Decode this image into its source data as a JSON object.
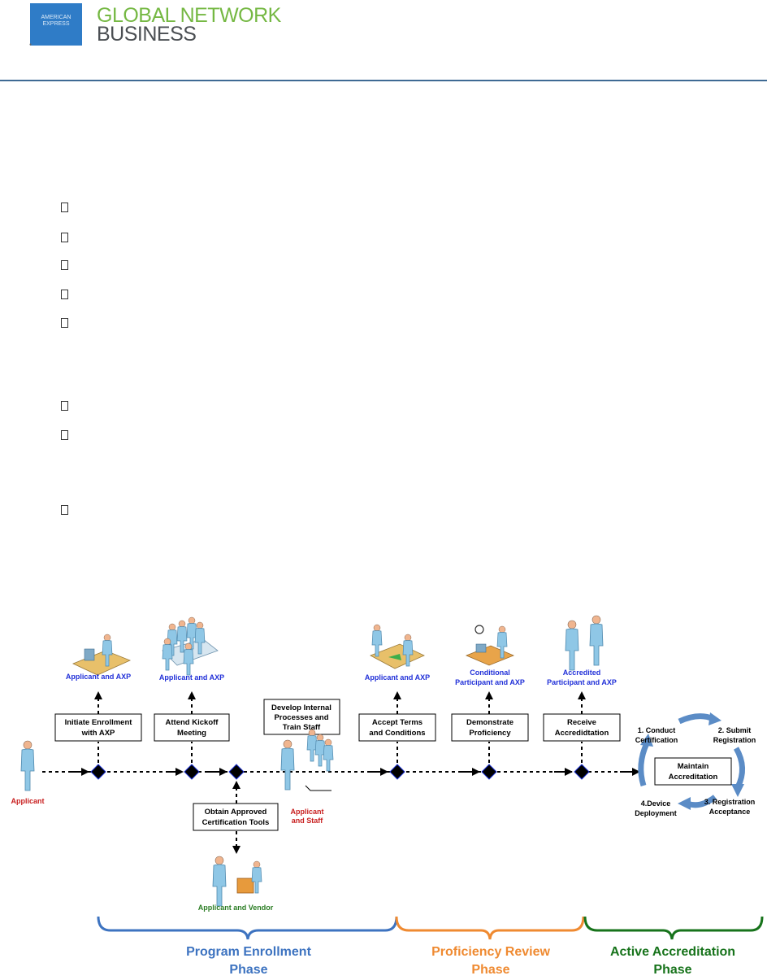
{
  "header": {
    "logo_line1": "AMERICAN",
    "logo_line2": "EXPRESS",
    "brand_line1": "GLOBAL NETWORK",
    "brand_line2": "BUSINESS"
  },
  "colors": {
    "blue_label": "#2130d8",
    "red_label": "#c81e1e",
    "green_label": "#2b7d24",
    "enroll_phase": "#3d73c0",
    "proficiency_phase": "#ef8a31",
    "active_phase": "#17731b",
    "cycle_arrow": "#5b8cc6"
  },
  "diagram": {
    "applicant": "Applicant",
    "steps": {
      "initiate": [
        "Initiate Enrollment",
        "with AXP"
      ],
      "kickoff": [
        "Attend Kickoff",
        "Meeting"
      ],
      "develop": [
        "Develop Internal",
        "Processes and",
        "Train Staff"
      ],
      "accept": [
        "Accept Terms",
        "and Conditions"
      ],
      "demonstrate": [
        "Demonstrate",
        "Proficiency"
      ],
      "receive": [
        "Receive",
        "Accredidtation"
      ],
      "obtain": [
        "Obtain Approved",
        "Certification Tools"
      ]
    },
    "actors": {
      "initiate": "Applicant and AXP",
      "kickoff": "Applicant and AXP",
      "accept": "Applicant and AXP",
      "demonstrate": [
        "Conditional",
        "Participant and AXP"
      ],
      "receive": [
        "Accredited",
        "Participant and AXP"
      ],
      "staff": [
        "Applicant",
        "and Staff"
      ],
      "vendor": "Applicant and Vendor"
    },
    "cycle": {
      "center": [
        "Maintain",
        "Accreditation"
      ],
      "step1": [
        "1. Conduct",
        "Certification"
      ],
      "step2": [
        "2. Submit",
        "Registration"
      ],
      "step3": [
        "3. Registration",
        "Acceptance"
      ],
      "step4": [
        "4.Device",
        "Deployment"
      ]
    },
    "phases": {
      "enrollment": [
        "Program Enrollment",
        "Phase"
      ],
      "proficiency": [
        "Proficiency Review",
        "Phase"
      ],
      "active": [
        "Active Accreditation",
        "Phase"
      ]
    }
  }
}
